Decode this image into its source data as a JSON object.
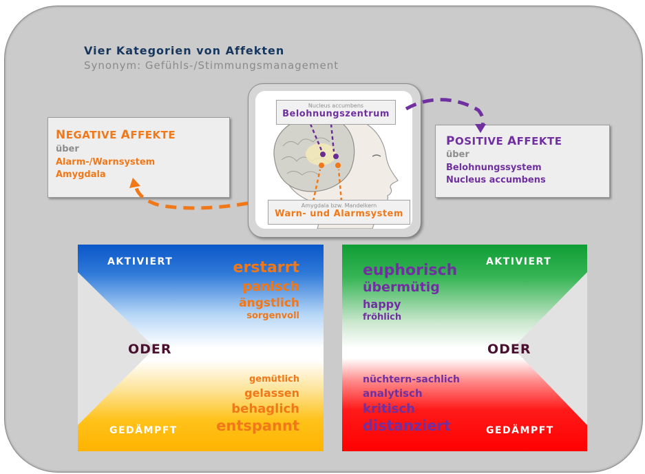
{
  "header": {
    "title": "Vier Kategorien von Affekten",
    "subtitle": "Synonym: Gefühls-/Stimmungsmanagement"
  },
  "negative_box": {
    "title_first": "N",
    "title_rest": "EGATIVE ",
    "title_first2": "A",
    "title_rest2": "FFEKTE",
    "via": "über",
    "line1": "Alarm-/Warnsystem",
    "line2": "Amygdala"
  },
  "positive_box": {
    "title_first": "P",
    "title_rest": "OSITIVE ",
    "title_first2": "A",
    "title_rest2": "FFEKTE",
    "via": "über",
    "line1": "Belohnungssystem",
    "line2": "Nucleus accumbens"
  },
  "brain": {
    "top_small": "Nucleus accumbens",
    "top_label": "Belohnungszentrum",
    "bottom_small": "Amygdala bzw. Mandelkern",
    "bottom_label": "Warn- und Alarmsystem"
  },
  "left_quadrant": {
    "top_label": "AKTIVIERT",
    "middle_label": "ODER",
    "bottom_label": "GEDÄMPFT",
    "top_words": [
      "erstarrt",
      "panisch",
      "ängstlich",
      "sorgenvoll"
    ],
    "bottom_words": [
      "gemütlich",
      "gelassen",
      "behaglich",
      "entspannt"
    ]
  },
  "right_quadrant": {
    "top_label": "AKTIVIERT",
    "middle_label": "ODER",
    "bottom_label": "GEDÄMPFT",
    "top_words": [
      "euphorisch",
      "übermütig",
      "happy",
      "fröhlich"
    ],
    "bottom_words": [
      "nüchtern-sachlich",
      "analytisch",
      "kritisch",
      "distanziert"
    ]
  },
  "colors": {
    "panel": "#cbcbcb",
    "title": "#17365d",
    "negative": "#f07818",
    "positive": "#7030a0",
    "oder": "#4a1030"
  }
}
